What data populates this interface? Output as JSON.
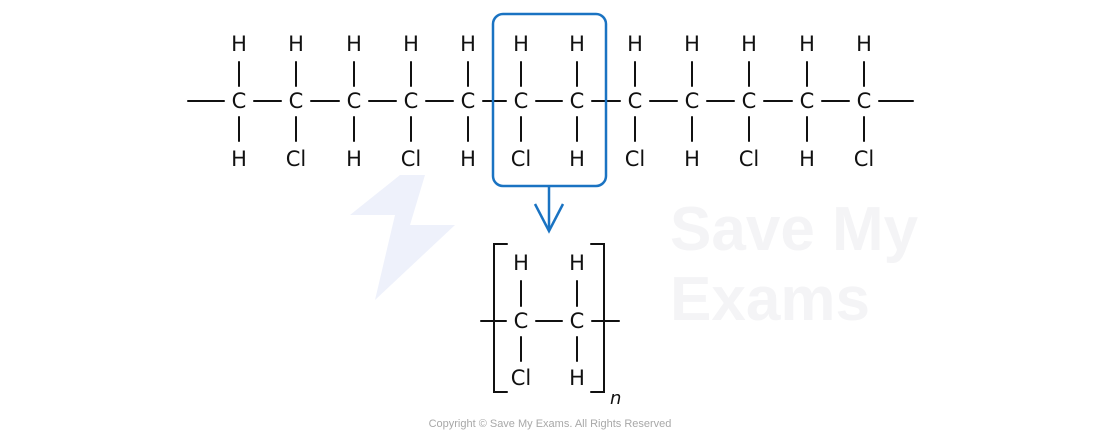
{
  "colors": {
    "highlight": "#1a73c2",
    "bond": "#111111",
    "watermark": "#f2f3f7",
    "watermark_logo": "#eef1fb"
  },
  "watermark": {
    "line1": "Save My",
    "line2": "Exams"
  },
  "chain": {
    "carbon": "C",
    "top": [
      "H",
      "H",
      "H",
      "H",
      "H",
      "H",
      "H",
      "H",
      "H",
      "H",
      "H",
      "H"
    ],
    "bottom": [
      "H",
      "Cl",
      "H",
      "Cl",
      "H",
      "Cl",
      "H",
      "Cl",
      "H",
      "Cl",
      "H",
      "Cl"
    ],
    "highlighted_unit": [
      5,
      6
    ]
  },
  "repeat_unit": {
    "carbon": "C",
    "top": [
      "H",
      "H"
    ],
    "bottom": [
      "Cl",
      "H"
    ],
    "subscript": "n"
  },
  "copyright": "Copyright © Save My Exams. All Rights Reserved"
}
